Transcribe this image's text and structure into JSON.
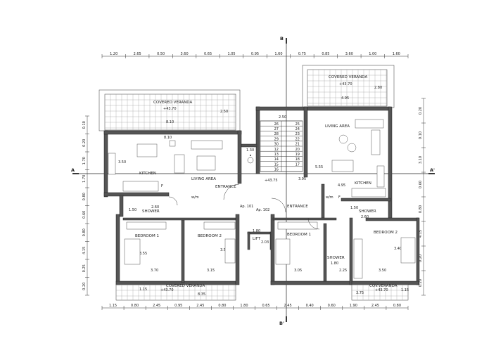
{
  "section_labels": {
    "b_top": "B",
    "b_bottom": "B'",
    "a_left": "A",
    "a_right": "A'"
  },
  "top_dims": [
    "1.20",
    "2.65",
    "0.50",
    "3.60",
    "0.65",
    "1.05",
    "0.95",
    "1.60",
    "0.75",
    "0.85",
    "3.60",
    "1.00",
    "1.60"
  ],
  "bottom_dims": [
    "1.15",
    "0.80",
    "2.45",
    "0.95",
    "2.45",
    "0.80",
    "1.80",
    "0.65",
    "2.45",
    "0.40",
    "0.60",
    "1.90",
    "2.45",
    "0.80"
  ],
  "left_dims": [
    "0.10",
    "0.20",
    "1.70",
    "1.70",
    "0.80",
    "0.60",
    "0.80",
    "4.15",
    "0.25",
    "0.20"
  ],
  "right_dims": [
    "0.20",
    "0.10",
    "3.10",
    "0.60",
    "0.80",
    "4.15",
    "0.20",
    "0.20"
  ],
  "rooms": {
    "veranda_top_left": "COVERED VERANDA",
    "veranda_top_right": "COVERED VERANDA",
    "veranda_bottom": "COVERED VERANDA",
    "veranda_bottom_right": "COV.VERANDA",
    "kitchen_left": "KITCHEN",
    "living_left": "LIVING AREA",
    "entrance_left": "ENTRANCE",
    "shower_left": "SHOWER",
    "bed1_left": "BEDROOM 1",
    "bed2_left": "BEDROOM 2",
    "lift": "LIFT",
    "living_right": "LIVING AREA",
    "kitchen_right": "KITCHEN",
    "entrance_right": "ENTRANCE",
    "shower_right_top": "SHOWER",
    "bed1_right": "BEDROOM 1",
    "bed2_right": "BEDROOM 2",
    "shower_right_bottom": "SHOWER",
    "wm_left": "w/m",
    "wm_right": "w/m",
    "f_left": "F",
    "f_right": "F"
  },
  "apartments": {
    "left": "Ap. 101",
    "right": "Ap. 102"
  },
  "levels": {
    "top_left": "+43.70",
    "top_right": "+43.70",
    "stair": "+43.75",
    "bottom": "+43.70",
    "bottom_right": "+43.70"
  },
  "room_dims": {
    "veranda_w": "8.10",
    "veranda_h": "2.50",
    "veranda_r_w": "4.95",
    "veranda_r_h": "2.80",
    "living_l_w": "8.10",
    "kitchen_l_h": "3.50",
    "stair_w": "2.50",
    "stair_lw": "1.30",
    "stair_h": "3.95",
    "living_r_h": "5.55",
    "living_r_w": "4.95",
    "shower_l_w": "2.60",
    "shower_l_h": "1.50",
    "bed1_l_w": "3.70",
    "bed1_l_h": "3.55",
    "bed2_l_w": "3.15",
    "bed2_l_h": "3.55",
    "lift_w": "1.80",
    "lift_h": "2.03",
    "bed1_r_w": "3.05",
    "bed2_r_w": "3.50",
    "bed2_r_h": "3.40",
    "shower_r_w": "2.60",
    "shower_r_h": "1.50",
    "shower_rb_w": "1.80",
    "shower_rb_h": "2.25",
    "ver_b_w": "8.35",
    "ver_b_h": "1.15",
    "ver_br_w": "3.75",
    "ver_br_h": "1.15"
  },
  "stair_steps_left": [
    "26",
    "27",
    "28",
    "29",
    "30",
    "12",
    "13",
    "14",
    "15",
    "16"
  ],
  "stair_steps_right": [
    "25",
    "24",
    "23",
    "22",
    "21",
    "20",
    "19",
    "18",
    "17"
  ]
}
